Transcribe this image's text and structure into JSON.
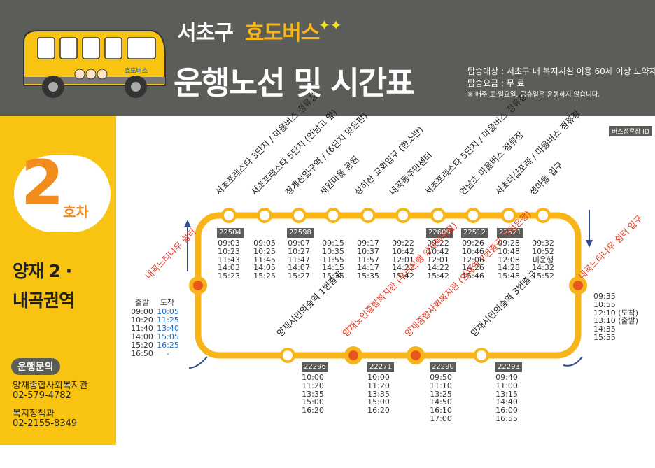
{
  "header": {
    "brand_prefix": "서초구",
    "brand_name": "효도버스",
    "bus_label": "효도버스",
    "title": "운행노선 및 시간표",
    "eligibility": "탑승대상 : 서초구 내 복지시설 이용 60세 이상 노약자",
    "fare": "탑승요금 : 무  료",
    "notice": "※ 매주 토·일요일, 공휴일은 운행하지 않습니다."
  },
  "left": {
    "number": "2",
    "unit": "호차",
    "region_line1": "양재 2 ·",
    "region_line2": "내곡권역",
    "contact_label": "운행문의",
    "contact1_name": "양재종합사회복지관",
    "contact1_phone": "02-579-4782",
    "contact2_name": "복지정책과",
    "contact2_phone": "02-2155-8349"
  },
  "legend": "버스정류장 ID",
  "colors": {
    "route": "#f7b51a",
    "station_red": "#e8561e",
    "accent_orange": "#f28c1c",
    "header": "#5b5d59"
  },
  "top_stops": [
    {
      "name": "서초포레스타 3단지\n마을버스 정류장",
      "id": "22504",
      "times": "09:03\n10:23\n11:43\n14:03\n15:23"
    },
    {
      "name": "서초포레스타 5단지 (언남고 앞)",
      "id": "",
      "times": "09:05\n10:25\n11:45\n14:05\n15:25"
    },
    {
      "name": "청계산입구역\n(6단지 맞은편)",
      "id": "22598",
      "times": "09:07\n10:27\n11:47\n14:07\n15:27"
    },
    {
      "name": "새원마을 공원",
      "id": "",
      "times": "09:15\n10:35\n11:55\n14:15\n15:35"
    },
    {
      "name": "성히산 교회입구 (한소반)",
      "id": "",
      "times": "09:17\n10:37\n11:57\n14:17\n15:35"
    },
    {
      "name": "내곡동주민센터",
      "id": "",
      "times": "09:22\n10:42\n12:01\n14:22\n15:42"
    },
    {
      "name": "서초포레스타 5단지\n마을버스 정류장",
      "id": "22609",
      "times": "09:22\n10:42\n12:01\n14:22\n15:42"
    },
    {
      "name": "언남초 마을버스 정류장",
      "id": "22512",
      "times": "09:26\n10:46\n12:06\n14:26\n15:46"
    },
    {
      "name": "서초더샵포레\n마을버스 정류장",
      "id": "22521",
      "times": "09:28\n10:48\n12:08\n14:28\n15:48"
    },
    {
      "name": "샘마을 입구",
      "id": "",
      "times": "09:32\n10:52\n미운행\n14:32\n15:52"
    }
  ],
  "left_stop": {
    "name": "내곡느티나무\n쉼터",
    "depart_label": "출발",
    "arrive_label": "도착",
    "depart_times": "09:00\n10:20\n11:40\n14:00\n15:20\n16:50",
    "arrive_times": "10:05\n11:25\n13:40\n15:05\n16:25\n-"
  },
  "right_stop": {
    "name": "내곡느티나무\n쉼터 입구",
    "times": "09:35\n10:55\n12:10 (도착)\n13:10 (출발)\n14:35\n15:55"
  },
  "bottom_stops": [
    {
      "name": "양재시민의숲역\n1번출구",
      "id": "22296",
      "times": "10:00\n11:20\n13:35\n15:00\n16:20"
    },
    {
      "name": "양재노인종합복지관\n(우리은행 양재북지점)",
      "id": "22271",
      "times": "10:00\n11:20\n13:35\n15:00\n16:20"
    },
    {
      "name": "양재종합사회복지관\n(양재역 7번출구\n기업은행)",
      "id": "22290",
      "times": "09:50\n11:10\n13:25\n14:50\n16:10\n17:00"
    },
    {
      "name": "양재시민의숲역\n3번출구",
      "id": "22293",
      "times": "09:40\n11:00\n13:15\n14:40\n16:00\n16:55"
    }
  ]
}
